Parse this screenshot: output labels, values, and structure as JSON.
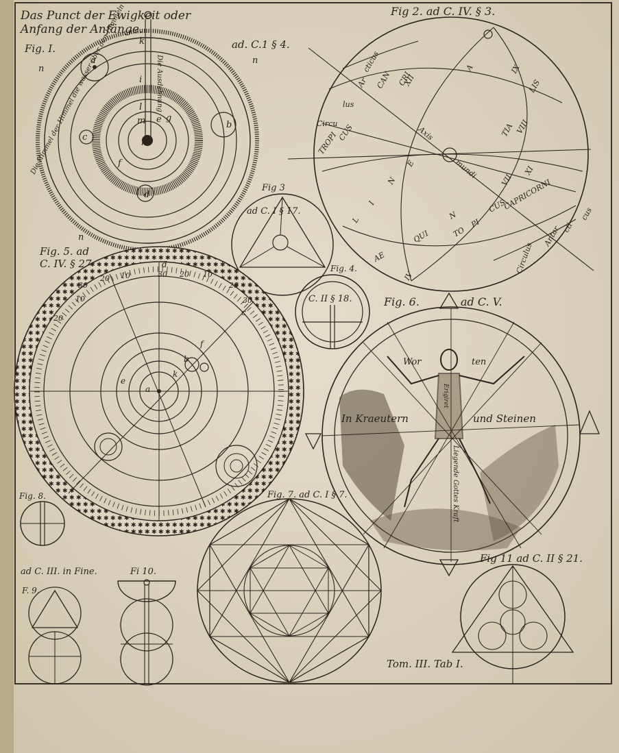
{
  "header": {
    "line1": "Das Punct der Ewigkeit oder",
    "line2": "Anfang der Anfänge."
  },
  "fig1": {
    "label": "Fig. I.",
    "ref": "ad. C.1 § 4.",
    "arc_text": "Die Himmel der Himmel die wasser über den Himmeln",
    "vert_text": "Die Ausdehnung",
    "letters": [
      "a",
      "b",
      "c",
      "d",
      "e",
      "f",
      "g",
      "h",
      "i",
      "k",
      "l",
      "m",
      "n",
      "n",
      "n"
    ]
  },
  "fig2": {
    "label": "Fig 2. ad C. IV. § 3.",
    "words": [
      "Circu",
      "lus",
      "Ar",
      "cticus",
      "CAN",
      "CRI",
      "TROPI",
      "CUS",
      "Axis",
      "mundi",
      "AE",
      "QUI",
      "N",
      "TO",
      "PI",
      "CUS",
      "CAPRICORNI",
      "Circulus",
      "Antar",
      "cti",
      "cus",
      "L",
      "I",
      "N",
      "E",
      "A",
      "TIA",
      "LIS",
      "IV",
      "VIII",
      "IX",
      "XII",
      "VII",
      "XI"
    ]
  },
  "fig3": {
    "label": "Fig 3",
    "ref": "ad C. I § 17."
  },
  "fig4": {
    "label": "Fig. 4.",
    "ref": "C. II § 18."
  },
  "fig5": {
    "label": "Fig. 5. ad",
    "ref": "C. IV. § 27",
    "letters": [
      "a",
      "b",
      "c",
      "d",
      "e",
      "f",
      "k"
    ],
    "degree_labels": [
      "30",
      "20",
      "10",
      "30",
      "20",
      "10",
      "20",
      "30",
      "10",
      "20"
    ]
  },
  "fig6": {
    "label": "Fig. 6.",
    "ref": "ad C. V.",
    "texts": [
      "Wor",
      "ten",
      "In Kraeutern",
      "und Steinen",
      "Liegende Gottes Kraft",
      "Erigiret"
    ]
  },
  "fig7": {
    "label": "Fig. 7. ad C. I § 7."
  },
  "fig8": {
    "label": "Fig. 8."
  },
  "fig9": {
    "ref": "ad C. III. in Fine.",
    "label": "F. 9."
  },
  "fig10": {
    "label": "Fi 10."
  },
  "fig11": {
    "label": "Fig 11 ad C. II § 21."
  },
  "footer": {
    "plate_label": "Tom. III. Tab I."
  },
  "colors": {
    "paper": "#d9d2bd",
    "ink": "#2a241c",
    "border": "#3a3226"
  }
}
